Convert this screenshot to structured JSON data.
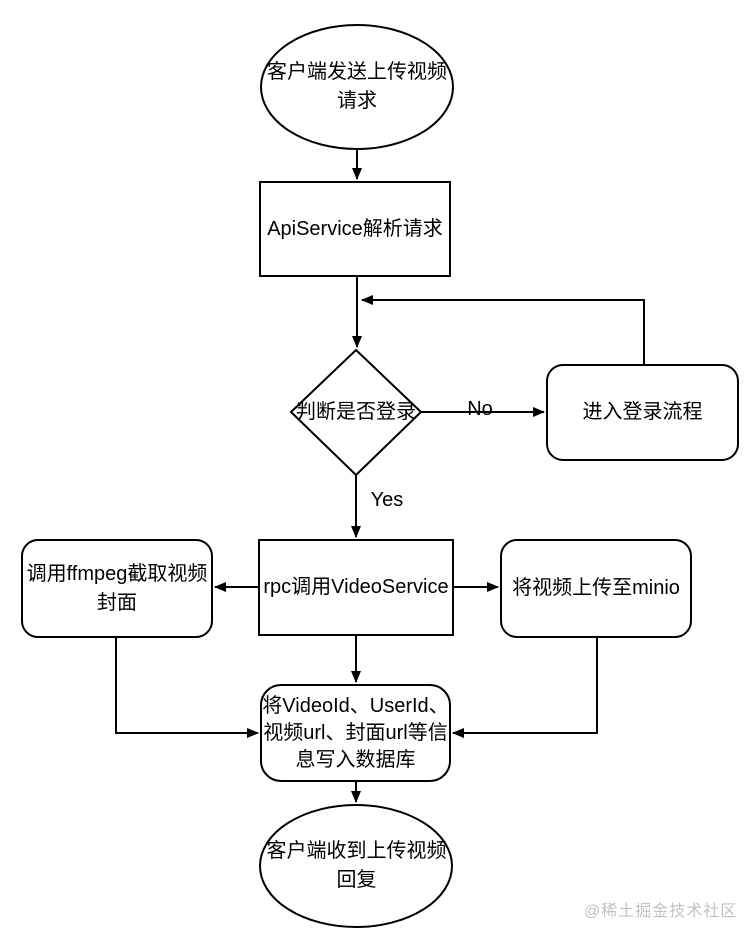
{
  "colors": {
    "stroke": "#000000",
    "text": "#000000",
    "watermark": "#c2c2c2",
    "background": "#ffffff"
  },
  "nodes": {
    "start": {
      "shape": "ellipse",
      "text": [
        "客户端发送上传视频",
        "请求"
      ]
    },
    "api": {
      "shape": "rect",
      "text": "ApiService解析请求"
    },
    "decision": {
      "shape": "diamond",
      "text": "判断是否登录"
    },
    "login": {
      "shape": "rounded-rect",
      "text": "进入登录流程"
    },
    "ffmpeg": {
      "shape": "rounded-rect",
      "text": [
        "调用ffmpeg截取视频",
        "封面"
      ]
    },
    "rpc": {
      "shape": "rect",
      "text": "rpc调用VideoService"
    },
    "minio": {
      "shape": "rounded-rect",
      "text": "将视频上传至minio"
    },
    "db": {
      "shape": "rounded-rect",
      "text": [
        "将VideoId、UserId、",
        "视频url、封面url等信",
        "息写入数据库"
      ]
    },
    "end": {
      "shape": "ellipse",
      "text": [
        "客户端收到上传视频",
        "回复"
      ]
    }
  },
  "edge_labels": {
    "no": "No",
    "yes": "Yes"
  },
  "watermark": "@稀土掘金技术社区"
}
